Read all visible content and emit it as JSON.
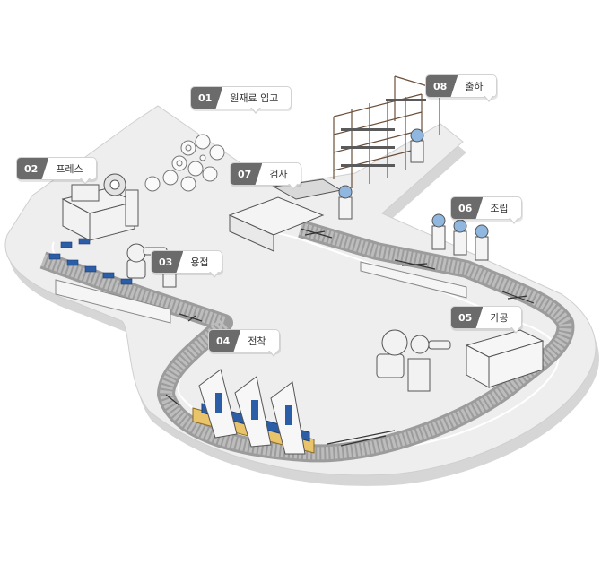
{
  "steps": [
    {
      "num": "01",
      "label": "원재료 입고"
    },
    {
      "num": "02",
      "label": "프레스"
    },
    {
      "num": "03",
      "label": "용접"
    },
    {
      "num": "04",
      "label": "전착"
    },
    {
      "num": "05",
      "label": "가공"
    },
    {
      "num": "06",
      "label": "조립"
    },
    {
      "num": "07",
      "label": "검사"
    },
    {
      "num": "08",
      "label": "출하"
    }
  ],
  "colors": {
    "floor": "#eeeeee",
    "floor_edge": "#d4d4d4",
    "conveyor": "#a9a9a9",
    "paint_tank": "#e9c46a",
    "paint_liquid": "#2b5ea7",
    "worker_helmet": "#8fb7e0",
    "label_badge": "#6b6b6b"
  }
}
